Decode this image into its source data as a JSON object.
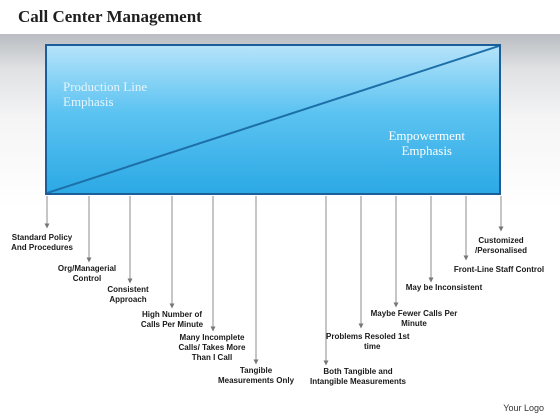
{
  "title": "Call Center Management",
  "box": {
    "left_label_line1": "Production Line",
    "left_label_line2": "Emphasis",
    "right_label_line1": "Empowerment",
    "right_label_line2": "Emphasis"
  },
  "items": [
    {
      "line1": "Standard Policy",
      "line2": "And   Procedures"
    },
    {
      "line1": "Org/Managerial",
      "line2": "Control"
    },
    {
      "line1": "Consistent",
      "line2": "Approach"
    },
    {
      "line1": "High Number of",
      "line2": "Calls Per Minute"
    },
    {
      "line1": "Many Incomplete",
      "line2": "Calls/ Takes More",
      "line3": "Than I Call"
    },
    {
      "line1": "Tangible",
      "line2": "Measurements Only"
    },
    {
      "line1": "Both Tangible and",
      "line2": "Intangible Measurements"
    },
    {
      "line1": "Problems Resoled 1st",
      "line2": "time"
    },
    {
      "line1": "Maybe Fewer Calls  Per",
      "line2": "Minute"
    },
    {
      "line1": "May be Inconsistent"
    },
    {
      "line1": "Front-Line Staff Control"
    },
    {
      "line1": "Customized",
      "line2": "/Personalised"
    }
  ],
  "footer": {
    "logo": "Your Logo"
  }
}
